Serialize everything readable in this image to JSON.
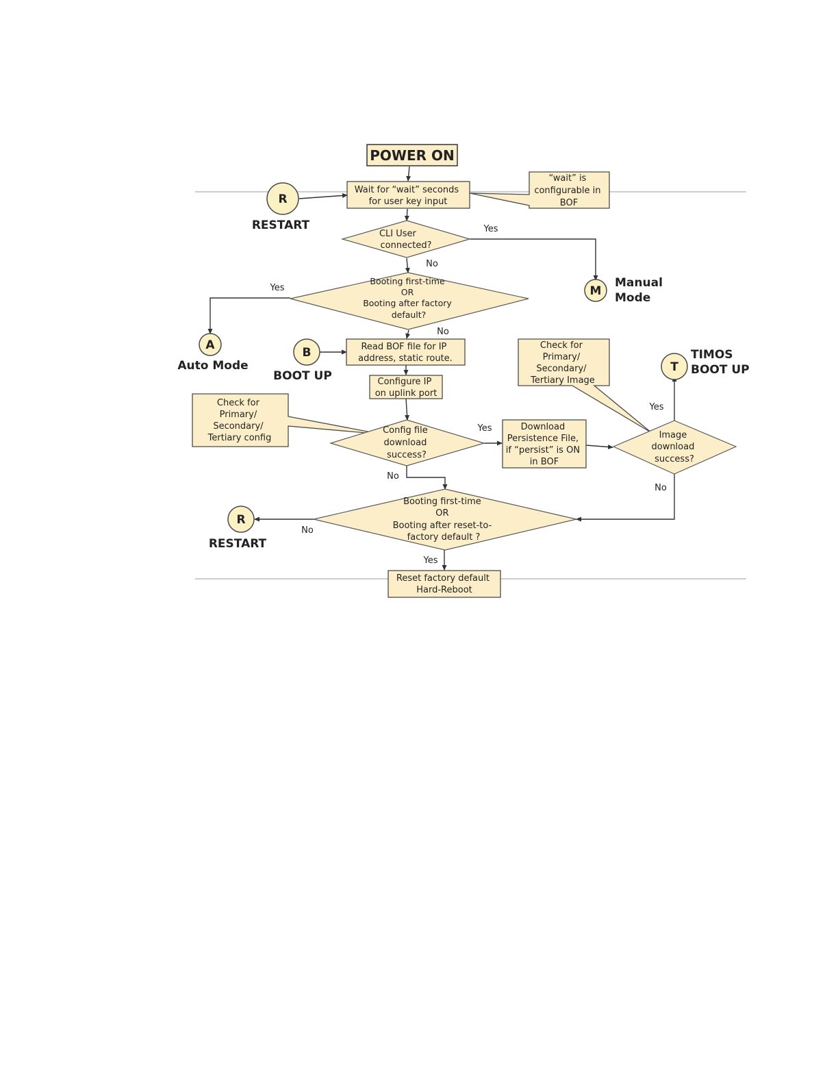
{
  "nodes": {
    "power_on": "POWER ON",
    "wait": [
      "Wait for “wait” seconds",
      "for user key input"
    ],
    "wait_note": [
      "“wait” is",
      "configurable in",
      "BOF"
    ],
    "cli_user": [
      "CLI User",
      "connected?"
    ],
    "booting_first": [
      "Booting first-time",
      "OR",
      "Booting after factory",
      "default?"
    ],
    "read_bof": [
      "Read BOF file for IP",
      "address, static route."
    ],
    "configure_ip": [
      "Configure IP",
      "on uplink port"
    ],
    "check_config": [
      "Check for",
      "Primary/",
      "Secondary/",
      "Tertiary config"
    ],
    "config_download": [
      "Config file",
      "download",
      "success?"
    ],
    "download_persist": [
      "Download",
      "Persistence File,",
      "if “persist” is ON",
      "in BOF"
    ],
    "check_image": [
      "Check for",
      "Primary/",
      "Secondary/",
      "Tertiary Image"
    ],
    "image_download": [
      "Image",
      "download",
      "success?"
    ],
    "booting_reset": [
      "Booting first-time",
      "OR",
      "Booting after reset-to-",
      "factory default ?"
    ],
    "reset_factory": [
      "Reset factory default",
      "Hard-Reboot"
    ]
  },
  "connectors": {
    "restart_top": {
      "letter": "R",
      "label": "RESTART"
    },
    "manual": {
      "letter": "M",
      "label": [
        "Manual",
        "Mode"
      ]
    },
    "auto": {
      "letter": "A",
      "label": "Auto Mode"
    },
    "bootup": {
      "letter": "B",
      "label": "BOOT UP"
    },
    "timos": {
      "letter": "T",
      "label": [
        "TIMOS",
        "BOOT UP"
      ]
    },
    "restart_bottom": {
      "letter": "R",
      "label": "RESTART"
    }
  },
  "edge_labels": {
    "cli_yes": "Yes",
    "cli_no": "No",
    "boot_yes": "Yes",
    "boot_no": "No",
    "config_yes": "Yes",
    "config_no": "No",
    "image_yes": "Yes",
    "image_no": "No",
    "reset_no": "No",
    "reset_yes": "Yes"
  }
}
